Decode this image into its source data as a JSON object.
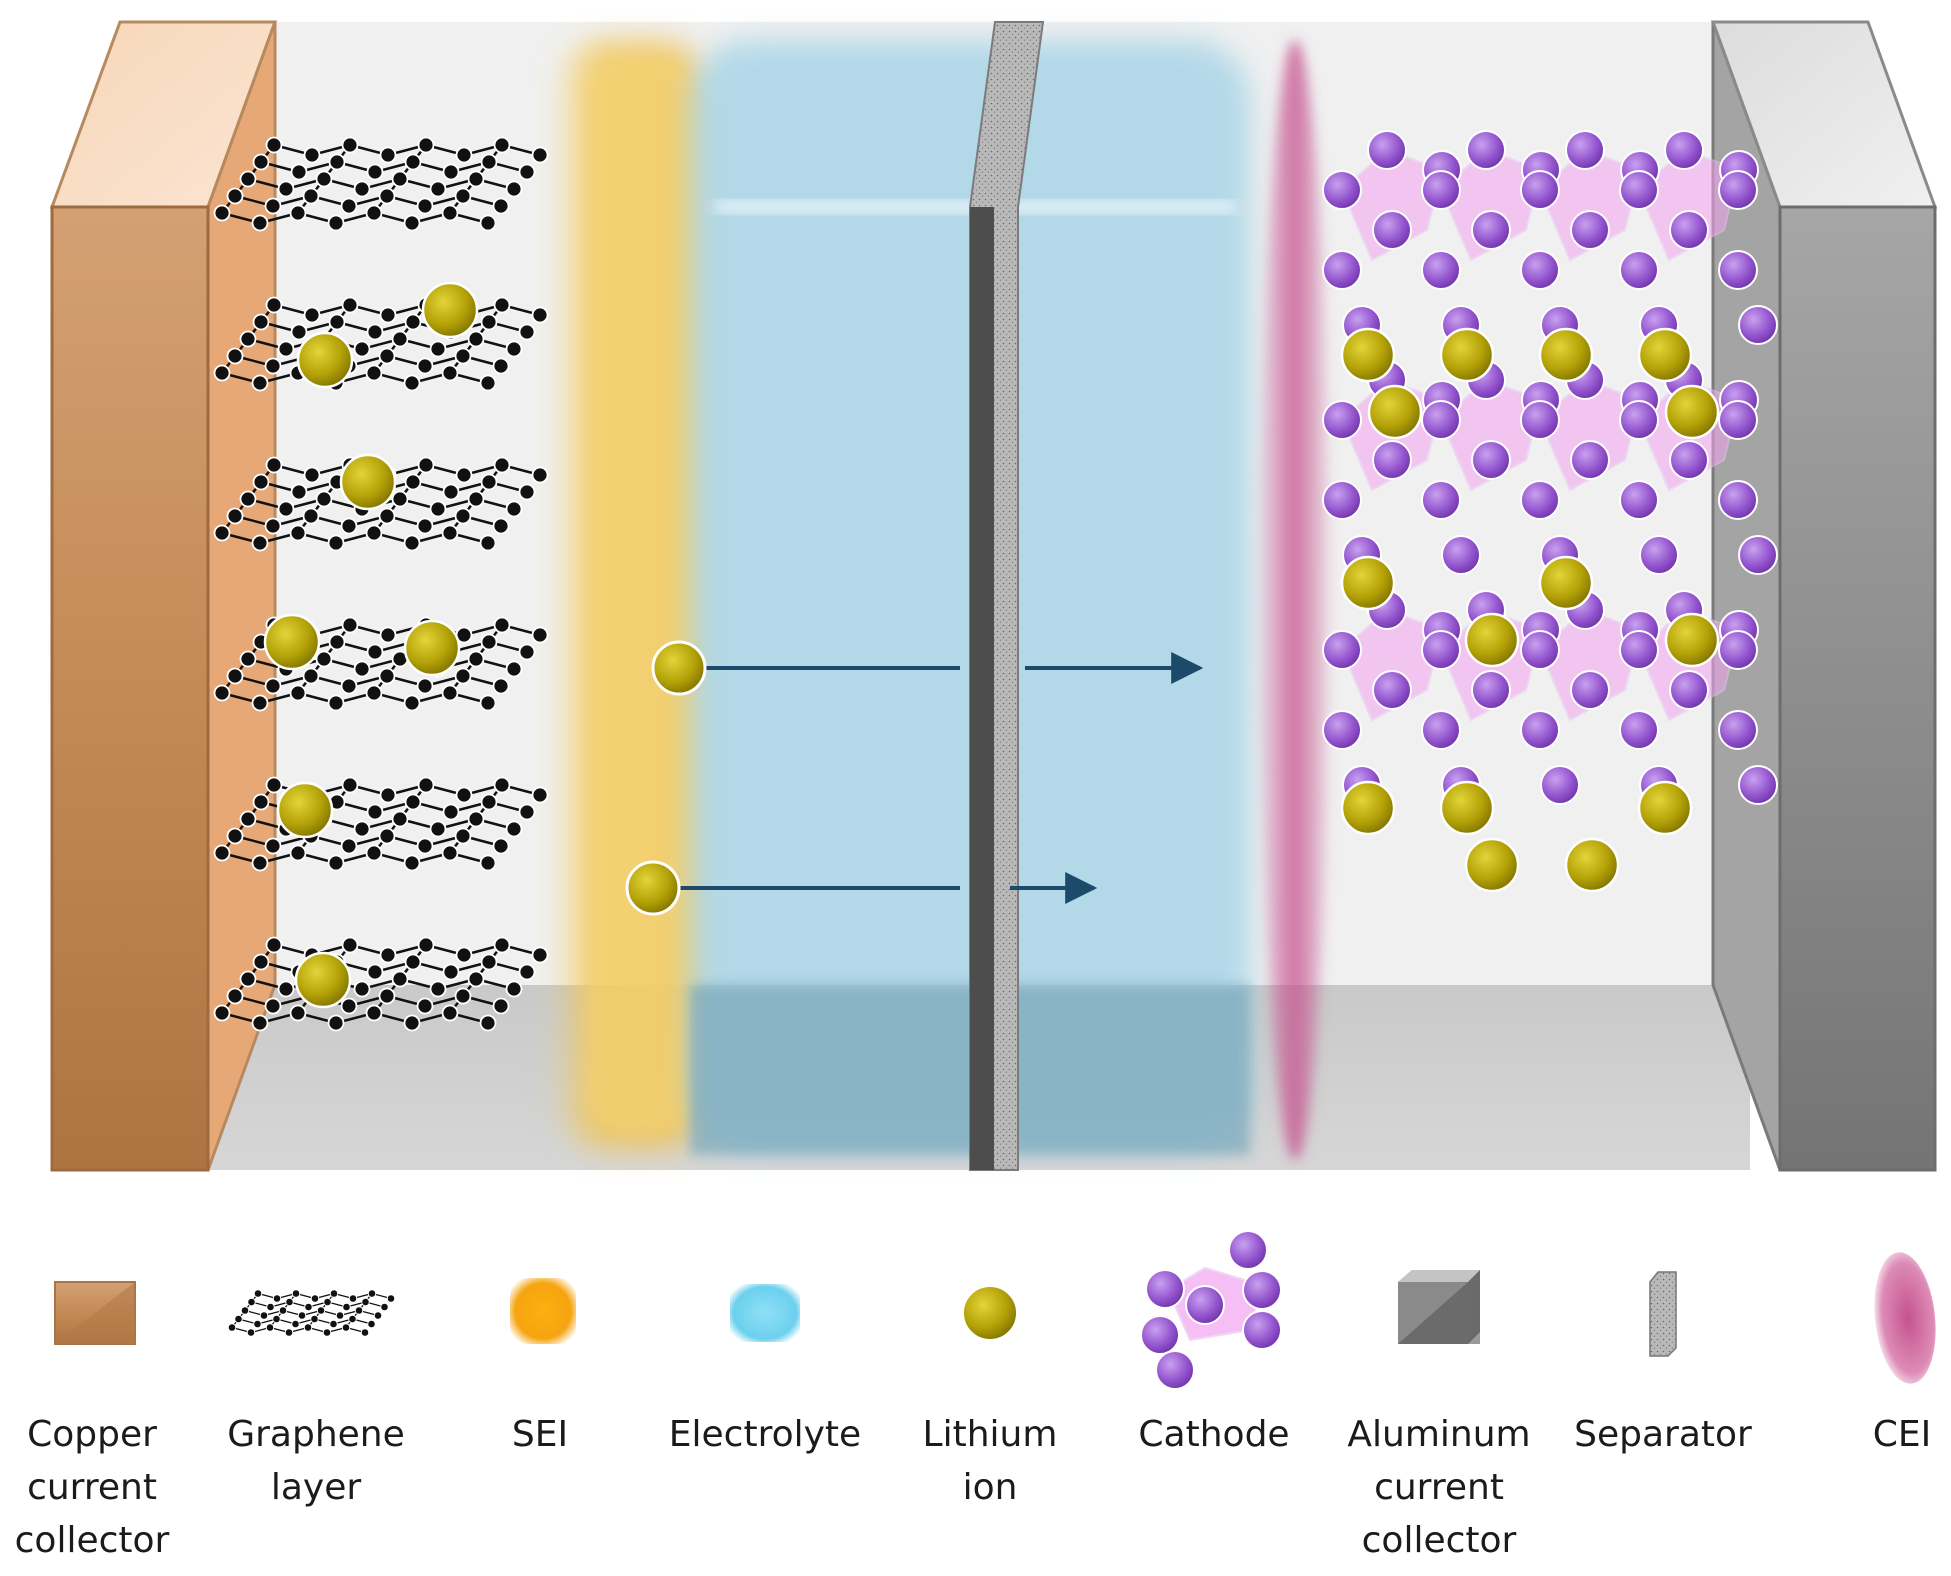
{
  "legend": [
    {
      "key": "copper",
      "label": "Copper\ncurrent\ncollector",
      "color": "#c98d5d"
    },
    {
      "key": "graphene",
      "label": "Graphene\nlayer",
      "color": "#111111"
    },
    {
      "key": "sei",
      "label": "SEI",
      "color": "#f5b21c"
    },
    {
      "key": "electrolyte",
      "label": "Electrolyte",
      "color": "#6cd0ee"
    },
    {
      "key": "lithium",
      "label": "Lithium\nion",
      "color": "#b9a90a"
    },
    {
      "key": "cathode",
      "label": "Cathode",
      "color": "#9a5ad0"
    },
    {
      "key": "aluminum",
      "label": "Aluminum\ncurrent\ncollector",
      "color": "#8e8e8e"
    },
    {
      "key": "separator",
      "label": "Separator",
      "color": "#a9a9a9"
    },
    {
      "key": "cei",
      "label": "CEI",
      "color": "#c5528f"
    }
  ],
  "colors": {
    "copper": "#c98d5d",
    "graphene": "#111111",
    "sei": "#f5c53a",
    "electrolyte": "#8fcde4",
    "lithium": "#b9a90a",
    "cathode_atom": "#9a5ad0",
    "cathode_octahedron": "#f2a3f0",
    "aluminum": "#8e8e8e",
    "separator": "#a9a9a9",
    "cei": "#c5528f",
    "arrow": "#1c4a6a"
  }
}
